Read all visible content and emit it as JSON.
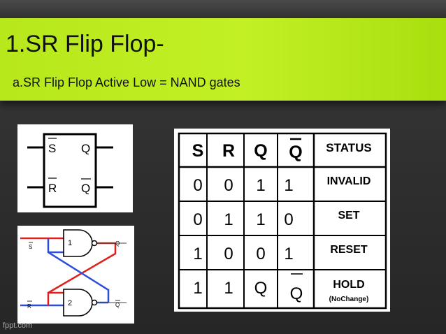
{
  "slide": {
    "title": "1.SR Flip Flop-",
    "subtitle": "a.SR Flip Flop Active Low = NAND gates",
    "footer": "fppt.com"
  },
  "symbol": {
    "s_label": "S",
    "r_label": "R",
    "q_label": "Q",
    "qbar_label": "Q"
  },
  "gates": {
    "s_label": "S",
    "r_label": "R",
    "gate1": "1",
    "gate2": "2",
    "q_label": "Q",
    "qbar_label": "Q",
    "colors": {
      "cross_red": "#e0201c",
      "cross_blue": "#2a4fd6"
    }
  },
  "truth_table": {
    "headers": [
      "S",
      "R",
      "Q",
      "Q",
      "STATUS"
    ],
    "rows": [
      {
        "s": "0",
        "r": "0",
        "q": "1",
        "qbar": "1",
        "status": "INVALID",
        "note": ""
      },
      {
        "s": "0",
        "r": "1",
        "q": "1",
        "qbar": "0",
        "status": "SET",
        "note": ""
      },
      {
        "s": "1",
        "r": "0",
        "q": "0",
        "qbar": "1",
        "status": "RESET",
        "note": ""
      },
      {
        "s": "1",
        "r": "1",
        "q": "Q",
        "qbar": "Q",
        "status": "HOLD",
        "note": "(NoChange)"
      }
    ]
  }
}
